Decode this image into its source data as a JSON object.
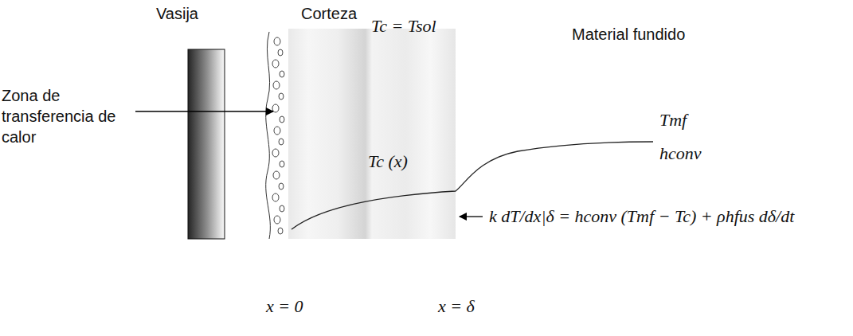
{
  "diagram": {
    "labels": [
      "Vasija",
      "Corteza",
      "Material fundido",
      "Zona de transferencia de calor",
      "Tc = Tsol",
      "Tc (x)",
      "Tmf",
      "hconv",
      "k dT/dx|δ = hconv (Tmf − Tc) + ρhfus dδ/dt",
      "x = 0",
      "x = δ"
    ]
  }
}
